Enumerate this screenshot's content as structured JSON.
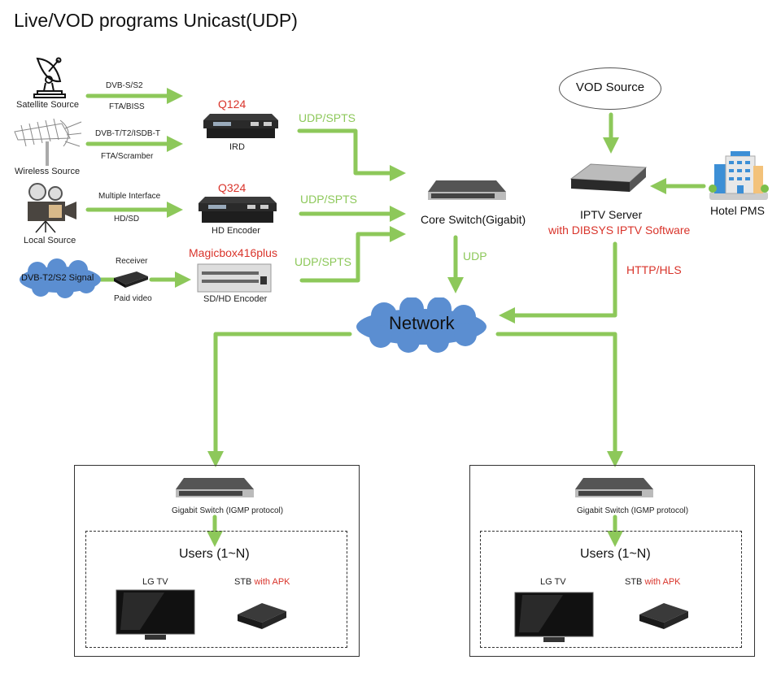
{
  "title": "Live/VOD programs Unicast(UDP)",
  "colors": {
    "arrow": "#8dc85a",
    "accent_red": "#d9342b",
    "cloud": "#5b8ed1",
    "text": "#111111"
  },
  "sources": [
    {
      "label": "Satellite Source",
      "icon": "satellite-dish-icon",
      "line1": "DVB-S/S2",
      "line2": "FTA/BISS"
    },
    {
      "label": "Wireless Source",
      "icon": "antenna-icon",
      "line1": "DVB-T/T2/ISDB-T",
      "line2": "FTA/Scramber"
    },
    {
      "label": "Local Source",
      "icon": "film-camera-icon",
      "line1": "Multiple Interface",
      "line2": "HD/SD"
    },
    {
      "label": "DVB-T2/S2 Signal",
      "icon": "cloud-icon",
      "line1": "Receiver",
      "line2": "Paid video"
    }
  ],
  "devices": [
    {
      "model": "Q124",
      "label": "IRD",
      "link": "UDP/SPTS"
    },
    {
      "model": "Q324",
      "label": "HD Encoder",
      "link": "UDP/SPTS"
    },
    {
      "model": "Magicbox416plus",
      "label": "SD/HD Encoder",
      "link": "UDP/SPTS"
    }
  ],
  "core_switch": {
    "label": "Core Switch(Gigabit)",
    "link": "UDP"
  },
  "vod_source": "VOD Source",
  "iptv_server": {
    "label": "IPTV Server",
    "sublabel": "with DIBSYS IPTV Software",
    "link": "HTTP/HLS"
  },
  "hotel_pms": "Hotel PMS",
  "network": "Network",
  "sites": [
    {
      "switch_label": "Gigabit Switch (IGMP protocol)",
      "users": "Users (1~N)",
      "tv": "LG TV",
      "stb": "STB",
      "stb_suffix": "with APK"
    },
    {
      "switch_label": "Gigabit Switch (IGMP protocol)",
      "users": "Users (1~N)",
      "tv": "LG TV",
      "stb": "STB",
      "stb_suffix": "with APK"
    }
  ]
}
